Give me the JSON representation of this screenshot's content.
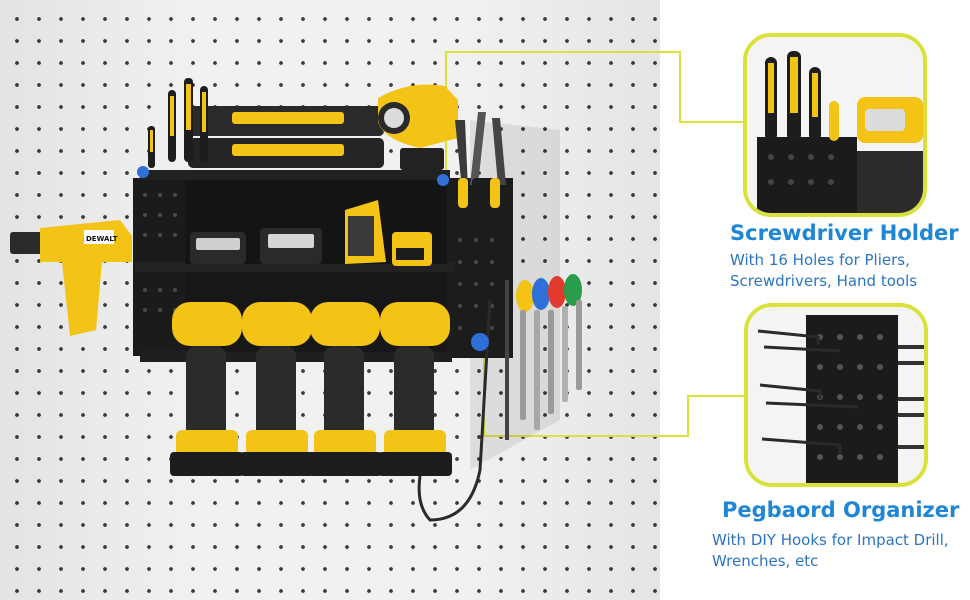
{
  "product": {
    "brand_mark": "DEWALT",
    "callouts": [
      {
        "title": "Screwdriver Holder",
        "lines": [
          "With 16 Holes for Pliers,",
          "Screwdrivers, Hand tools"
        ]
      },
      {
        "title": "Pegbaord Organizer",
        "lines": [
          "With DIY Hooks for Impact Drill,",
          "Wrenches, etc"
        ]
      }
    ]
  },
  "colors": {
    "callout_border": "#d9e23a",
    "heading_text": "#1f86d6",
    "tool_yellow": "#f3c316",
    "rack_black": "#1b1b1b",
    "marker_blue": "#2f6fd8"
  }
}
